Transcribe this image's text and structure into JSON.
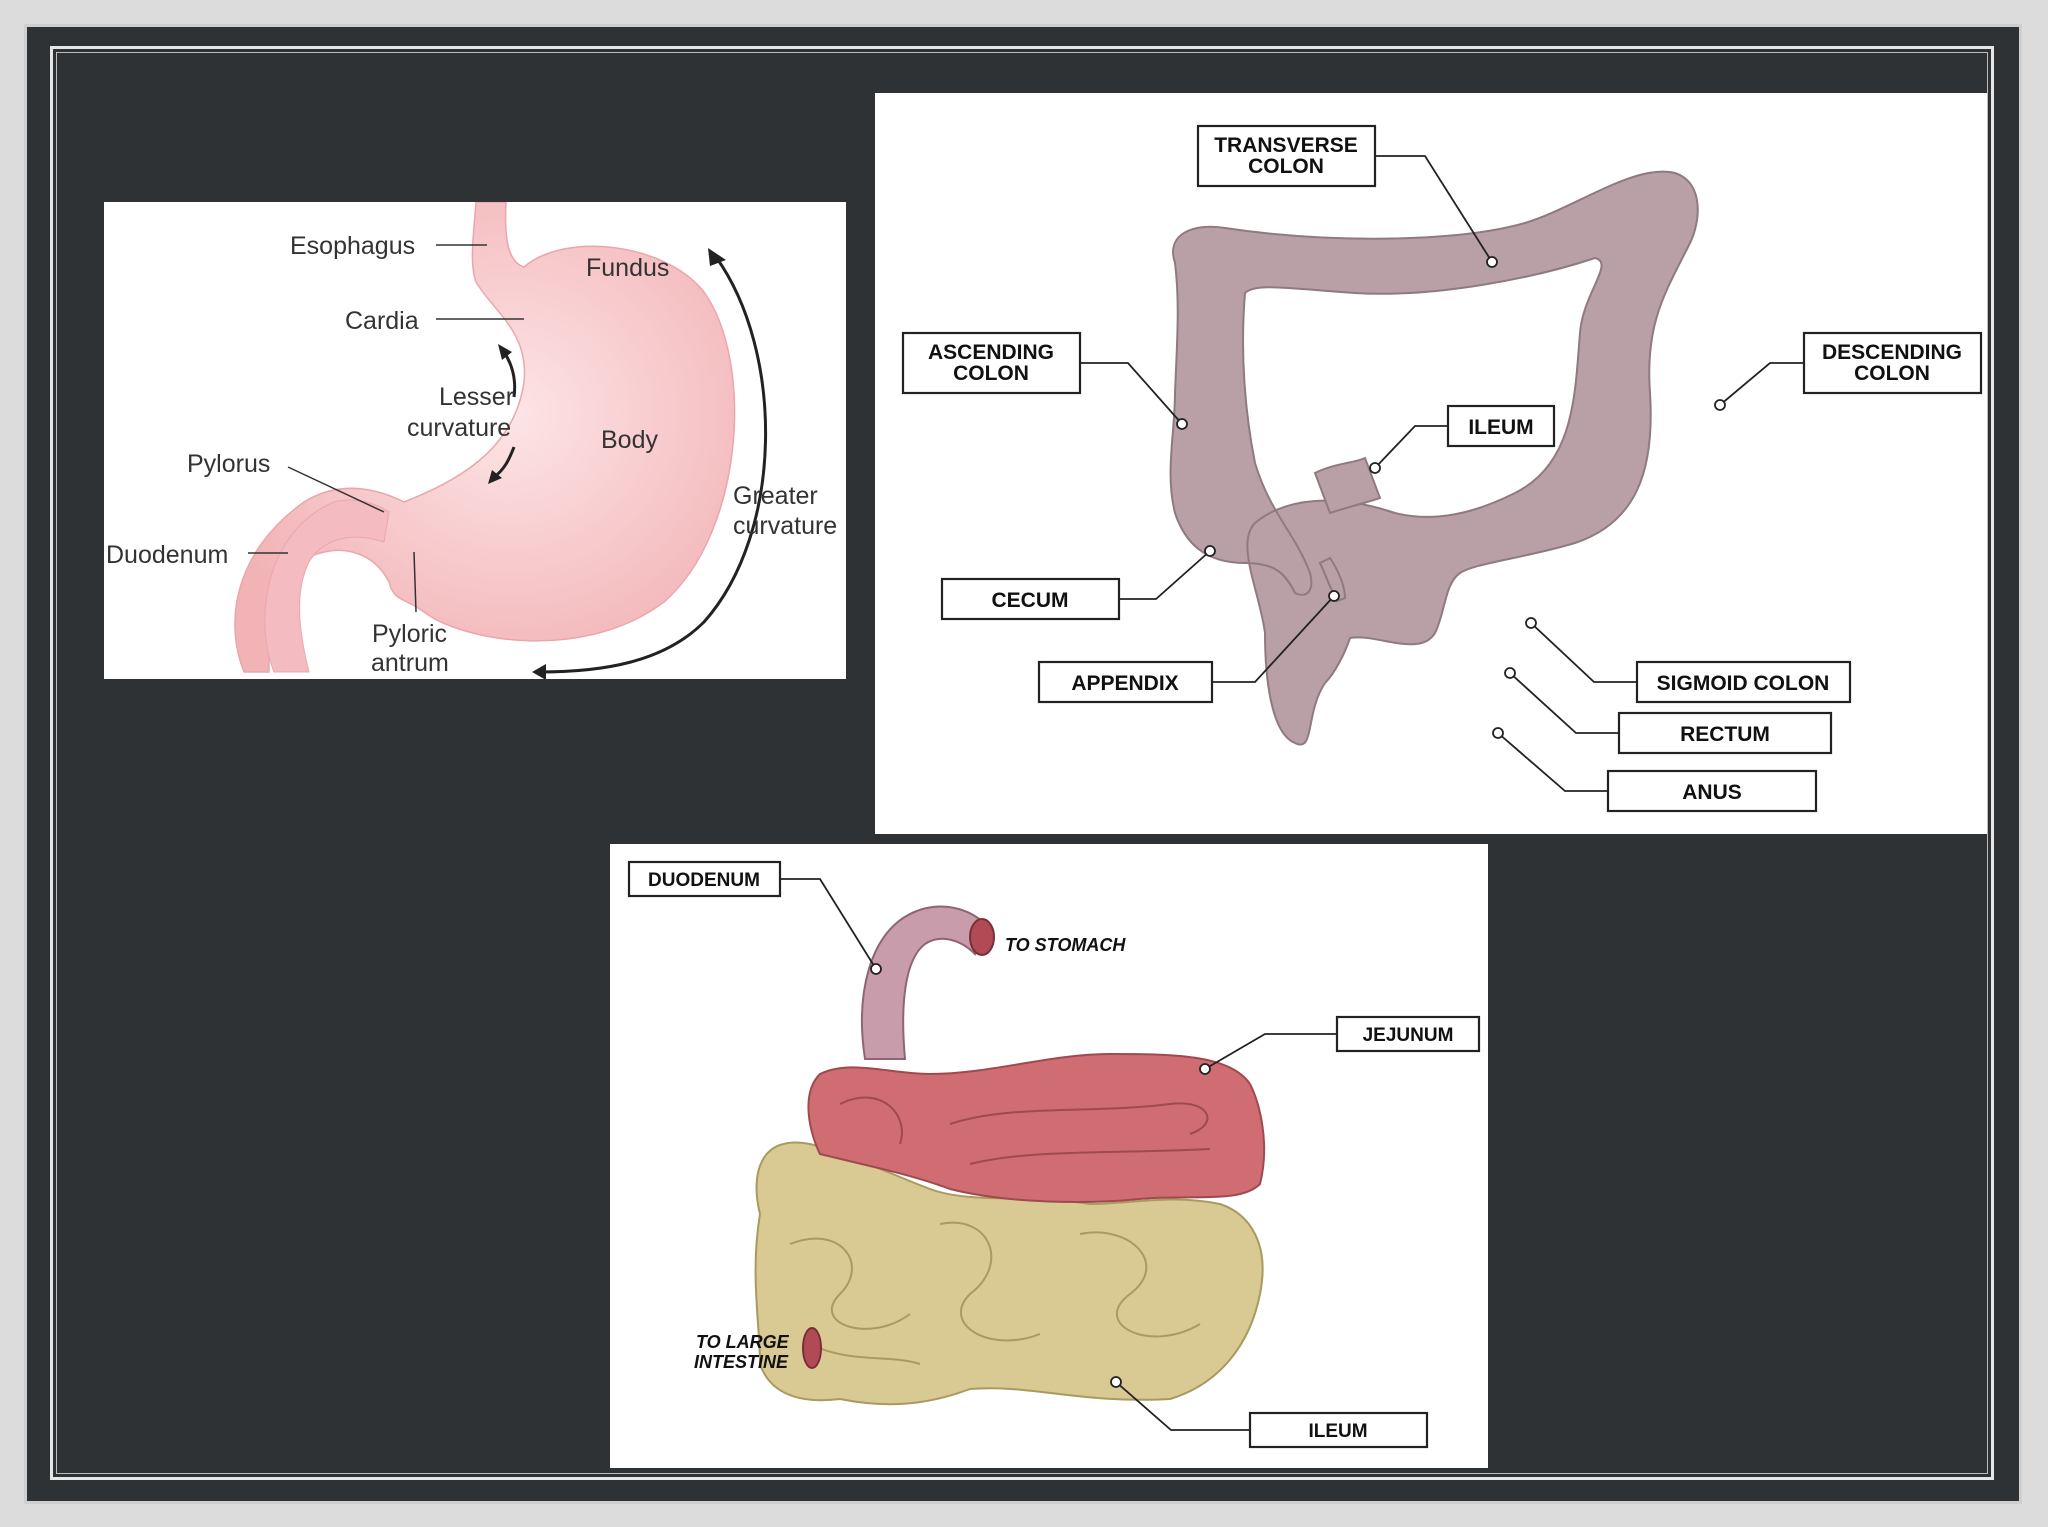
{
  "stomach": {
    "labels": {
      "esophagus": "Esophagus",
      "fundus": "Fundus",
      "cardia": "Cardia",
      "lesser1": "Lesser",
      "lesser2": "curvature",
      "body": "Body",
      "pylorus": "Pylorus",
      "greater1": "Greater",
      "greater2": "curvature",
      "duodenum": "Duodenum",
      "antrum1": "Pyloric",
      "antrum2": "antrum"
    }
  },
  "colon": {
    "labels": {
      "transverse1": "TRANSVERSE",
      "transverse2": "COLON",
      "ascending1": "ASCENDING",
      "ascending2": "COLON",
      "descending1": "DESCENDING",
      "descending2": "COLON",
      "ileum": "ILEUM",
      "cecum": "CECUM",
      "appendix": "APPENDIX",
      "sigmoid": "SIGMOID COLON",
      "rectum": "RECTUM",
      "anus": "ANUS"
    }
  },
  "small_intestine": {
    "labels": {
      "duodenum": "DUODENUM",
      "to_stomach": "TO STOMACH",
      "jejunum": "JEJUNUM",
      "to_large1": "TO LARGE",
      "to_large2": "INTESTINE",
      "ileum": "ILEUM"
    }
  },
  "colors": {
    "background": "#2f3234",
    "stomach": "#f6c6c8",
    "colon": "#b9a2a7",
    "duodenum": "#c89aa8",
    "jejunum": "#cf6c72",
    "ileum": "#d8c894"
  }
}
